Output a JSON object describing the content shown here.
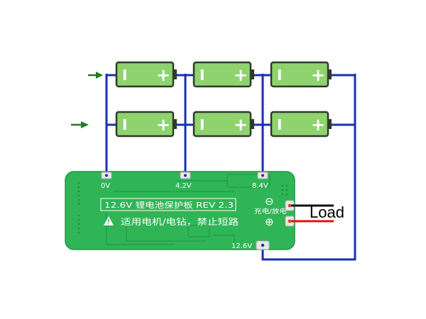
{
  "batteries": {
    "negative_symbol": "I",
    "positive_symbol": "+",
    "rows": [
      {
        "cells": 3
      },
      {
        "cells": 3
      }
    ]
  },
  "arrows": [
    {
      "name": "input-arrow"
    },
    {
      "name": "input-arrow"
    }
  ],
  "board": {
    "pads": {
      "p0": "0V",
      "p1": "4.2V",
      "p2": "8.4V",
      "out": "12.6V"
    },
    "title": "12.6V 锂电池保护板 REV 2.3",
    "warning_icon": "warning-triangle-icon",
    "warning": "适用电机/电钻，禁止短路",
    "charge_label": "充电/放电",
    "minus_symbol": "⊖",
    "plus_symbol": "⊕"
  },
  "load_label": "Load",
  "colors": {
    "wire": "#1a2fb0",
    "battery_fill": "#8fd36f",
    "battery_border": "#2f3a2a",
    "board": "#2fb556",
    "board_dark": "#1f8f40",
    "arrow": "#1f7a2a",
    "load_negative": "#111111",
    "load_positive": "#e01010"
  }
}
